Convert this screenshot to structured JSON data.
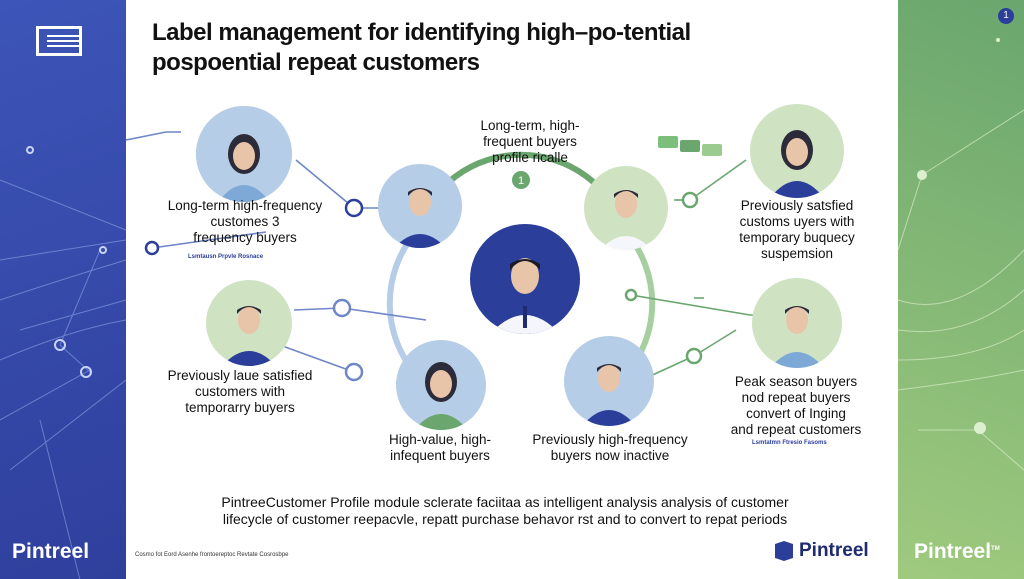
{
  "brand": {
    "left": "Pintreel",
    "right": "Pintreel",
    "footer_logo": "Pintreel",
    "right_sup": "TM"
  },
  "badge": "1",
  "title": {
    "line1": "Label management for identifying high–po-tential",
    "line2": "pospoential repeat customers"
  },
  "ring_number": "1",
  "segments": {
    "top_left": {
      "lines": [
        "Long-term high-frequency",
        "customes 3",
        "frequency buyers"
      ],
      "micro": "Lsmtausn Prpvle Rosnace"
    },
    "top_center": {
      "lines": [
        "Long-term, high-",
        "frequent buyers",
        "profile ricalle"
      ]
    },
    "top_right": {
      "lines": [
        "Previously satsfied",
        "customs uyers with",
        "temporary buquecy",
        "suspemsion"
      ]
    },
    "mid_left": {
      "lines": [
        "Previously laue satisfied",
        "customers with",
        "temporarry buyers"
      ]
    },
    "mid_right": {
      "lines": [
        "Peak season buyers",
        "nod repeat buyers",
        "convert of Inging",
        "and repeat customers"
      ],
      "micro": "Lsmtatmn Ftresio Fasoms"
    },
    "bottom_left": {
      "lines": [
        "High-value, high-",
        "infequent buyers"
      ]
    },
    "bottom_right": {
      "lines": [
        "Previously high-frequency",
        "buyers now inactive"
      ]
    }
  },
  "footer": {
    "line1": "PintreeCustomer Profile module sclerate faciitaa as intelligent analysis analysis of customer",
    "line2": "lifecycle of customer reepacvle, repatt purchase behavor rst and to convert to repat periods",
    "small": "Cosmo fot Eord Asenhe frontoereptoc Revtate Cosrosbpe"
  },
  "colors": {
    "navy": "#2b3f9a",
    "green": "#6aa66e",
    "lightblue": "#b5cde6",
    "lightgreen": "#cfe3c3"
  }
}
